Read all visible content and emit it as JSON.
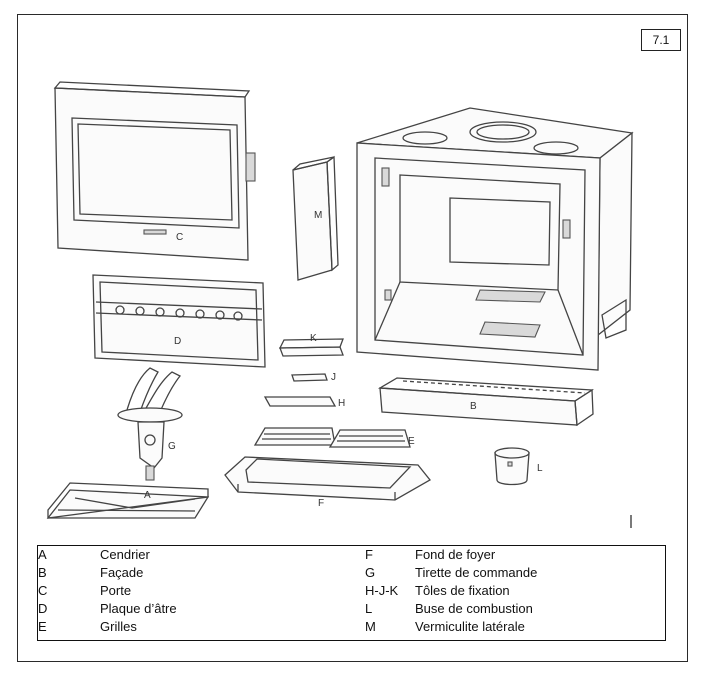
{
  "figure_number": "7.1",
  "part_letters": {
    "A": "A",
    "B": "B",
    "C": "C",
    "D": "D",
    "E": "E",
    "F": "F",
    "G": "G",
    "H": "H",
    "J": "J",
    "K": "K",
    "L": "L",
    "M": "M"
  },
  "legend": {
    "rows": [
      {
        "code_left": "A",
        "desc_left": "Cendrier",
        "code_right": "F",
        "desc_right": "Fond de foyer"
      },
      {
        "code_left": "B",
        "desc_left": "Façade",
        "code_right": "G",
        "desc_right": "Tirette de commande"
      },
      {
        "code_left": "C",
        "desc_left": "Porte",
        "code_right": "H-J-K",
        "desc_right": "Tôles de fixation"
      },
      {
        "code_left": "D",
        "desc_left": "Plaque d’âtre",
        "code_right": "L",
        "desc_right": "Buse de combustion"
      },
      {
        "code_left": "E",
        "desc_left": "Grilles",
        "code_right": "M",
        "desc_right": "Vermiculite latérale"
      }
    ]
  },
  "colors": {
    "line": "#444444",
    "background": "#ffffff"
  }
}
